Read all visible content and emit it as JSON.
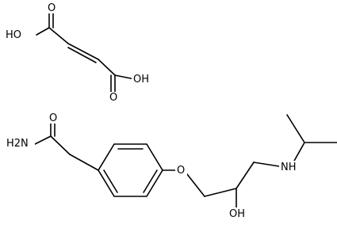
{
  "structure": {
    "fumaric_acid": {
      "hydroxyl_left": "HO",
      "carbonyl_oxygen_left": "O",
      "carbonyl_oxygen_right": "O",
      "hydroxyl_right": "OH"
    },
    "atenolol": {
      "amide_oxygen": "O",
      "amide_nitrogen": "H2N",
      "ether_oxygen": "O",
      "amine_nitrogen": "NH",
      "hydroxyl": "OH"
    }
  },
  "colors": {
    "bond": "#000000",
    "label": "#000000",
    "background": "#ffffff"
  }
}
